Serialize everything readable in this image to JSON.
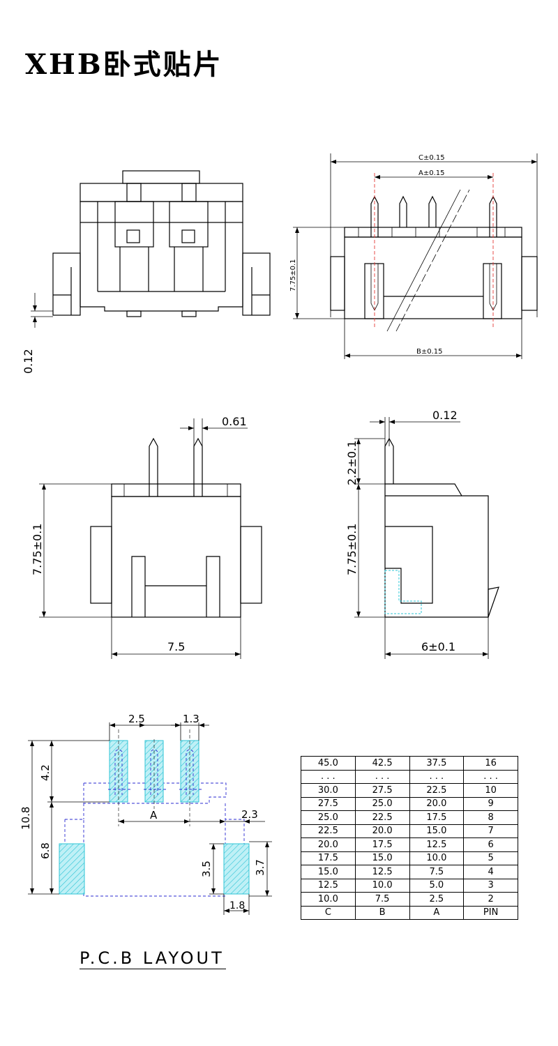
{
  "title": "XHB卧式贴片",
  "pcb_layout_label": "P.C.B  LAYOUT",
  "dimensions": {
    "front_gap": "0.12",
    "c_tol": "C±0.15",
    "a_tol": "A±0.15",
    "b_tol": "B±0.15",
    "height_small": "7.75±0.1",
    "pin_width": "0.61",
    "height_mid": "7.75±0.1",
    "width": "7.5",
    "side_gap": "0.12",
    "pin_height": "2.2±0.1",
    "side_height": "7.75±0.1",
    "depth": "6±0.1",
    "pitch": "2.5",
    "pad_w": "1.3",
    "d_4_2": "4.2",
    "d_10_8": "10.8",
    "d_6_8": "6.8",
    "a_label": "A",
    "d_2_3": "2.3",
    "d_3_5": "3.5",
    "d_3_7": "3.7",
    "d_1_8": "1.8"
  },
  "table": {
    "rows": [
      [
        "45.0",
        "42.5",
        "37.5",
        "16"
      ],
      [
        ". . .",
        ". . .",
        ". . .",
        ". . ."
      ],
      [
        "30.0",
        "27.5",
        "22.5",
        "10"
      ],
      [
        "27.5",
        "25.0",
        "20.0",
        "9"
      ],
      [
        "25.0",
        "22.5",
        "17.5",
        "8"
      ],
      [
        "22.5",
        "20.0",
        "15.0",
        "7"
      ],
      [
        "20.0",
        "17.5",
        "12.5",
        "6"
      ],
      [
        "17.5",
        "15.0",
        "10.0",
        "5"
      ],
      [
        "15.0",
        "12.5",
        "7.5",
        "4"
      ],
      [
        "12.5",
        "10.0",
        "5.0",
        "3"
      ],
      [
        "10.0",
        "7.5",
        "2.5",
        "2"
      ],
      [
        "C",
        "B",
        "A",
        "PIN"
      ]
    ]
  }
}
